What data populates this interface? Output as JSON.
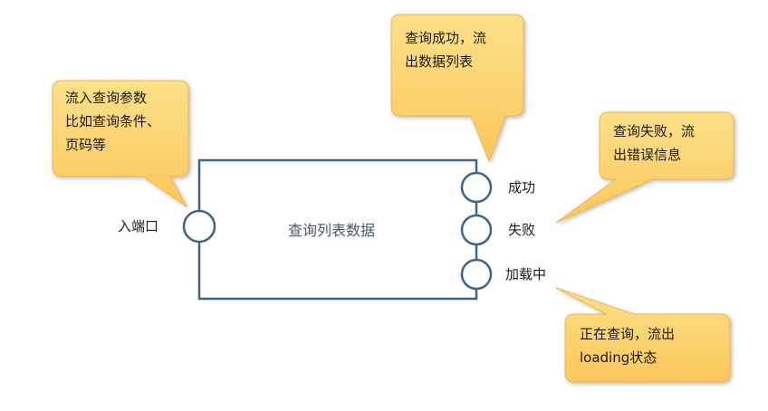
{
  "diagram": {
    "component_label": "查询列表数据",
    "input_port_label": "入端口",
    "output_ports": {
      "success": "成功",
      "failure": "失败",
      "loading": "加载中"
    },
    "callouts": {
      "input": [
        "流入查询参数",
        "比如查询条件、",
        "页码等"
      ],
      "success": [
        "查询成功，流",
        "出数据列表"
      ],
      "failure": [
        "查询失败，流",
        "出错误信息"
      ],
      "loading": [
        "正在查询，流出",
        "loading状态"
      ]
    },
    "colors": {
      "box_stroke": "#3f6487",
      "callout_fill": "#fdd26b",
      "callout_fill_edge": "#f7b93f",
      "callout_stroke": "#f0b64c"
    }
  }
}
